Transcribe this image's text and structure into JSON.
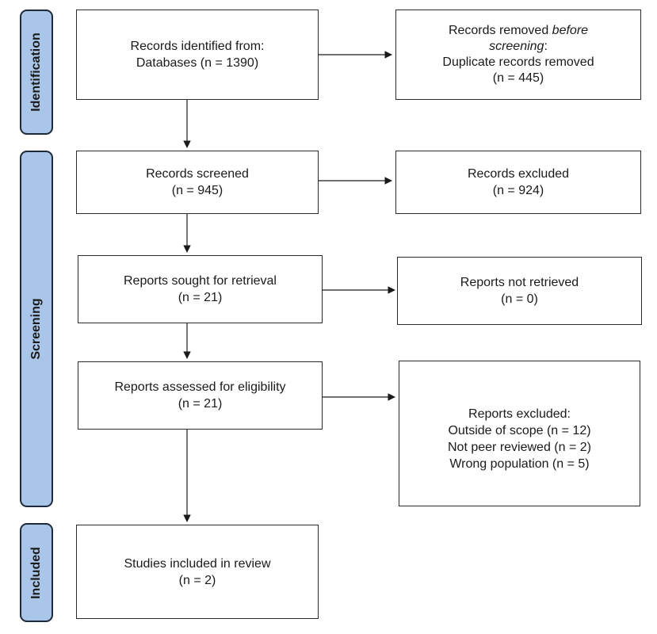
{
  "phases": {
    "identification": "Identification",
    "screening": "Screening",
    "included": "Included"
  },
  "boxes": {
    "identified": {
      "line1": "Records identified from:",
      "line2": "Databases (n = 1390)"
    },
    "removed": {
      "line1": "Records removed ",
      "line1_em": "before",
      "line2_em": "screening",
      "line2_rest": ":",
      "line3": "Duplicate records removed",
      "line4": "(n = 445)"
    },
    "screened": {
      "line1": "Records screened",
      "line2": "(n = 945)"
    },
    "excluded": {
      "line1": "Records excluded",
      "line2": "(n = 924)"
    },
    "sought": {
      "line1": "Reports sought for retrieval",
      "line2": "(n = 21)"
    },
    "not_retrieved": {
      "line1": "Reports not retrieved",
      "line2": "(n = 0)"
    },
    "assessed": {
      "line1": "Reports assessed for eligibility",
      "line2": "(n = 21)"
    },
    "reports_excluded": {
      "line1": "Reports excluded:",
      "line2": "Outside of scope (n = 12)",
      "line3": "Not peer reviewed (n = 2)",
      "line4": "Wrong population (n = 5)"
    },
    "included": {
      "line1": "Studies included in review",
      "line2": "(n = 2)"
    }
  }
}
